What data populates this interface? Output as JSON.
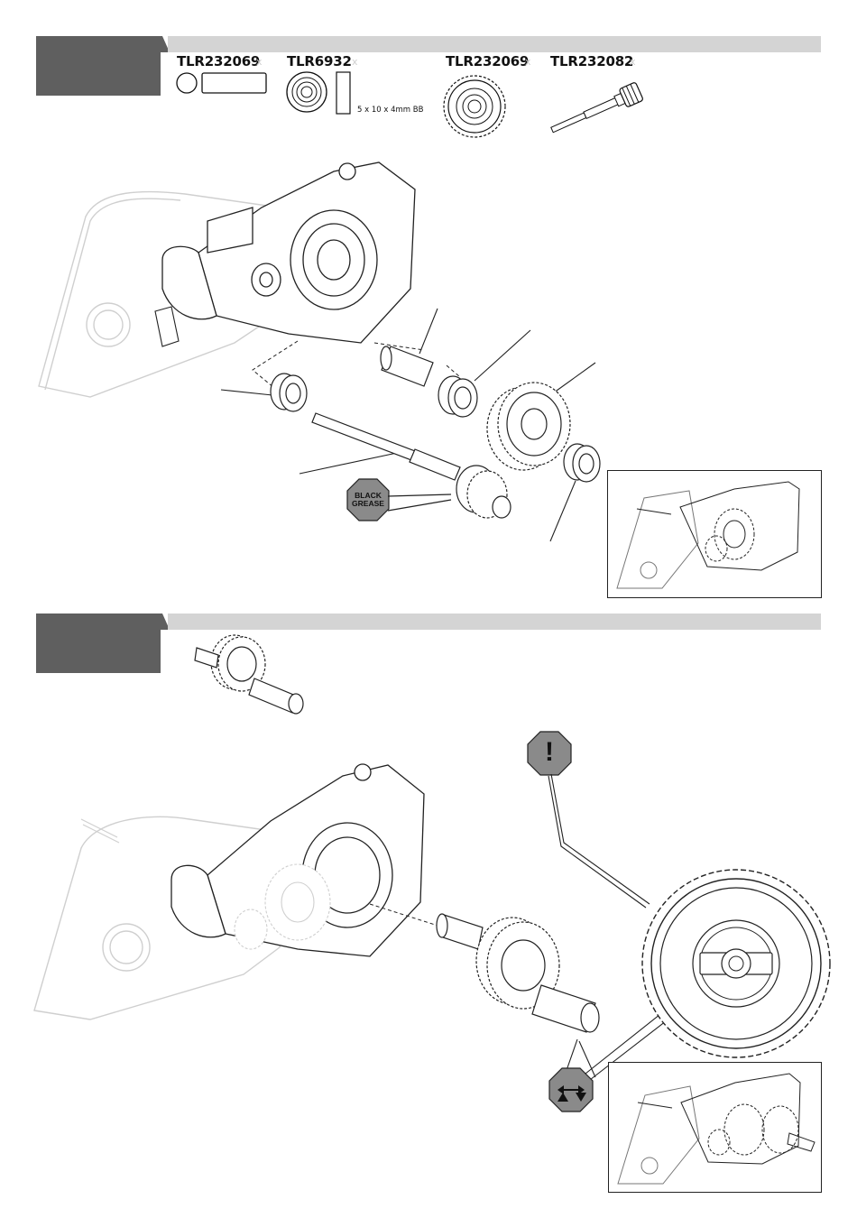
{
  "step1": {
    "parts": [
      {
        "code": "TLR232069",
        "qty": "x"
      },
      {
        "code": "TLR6932",
        "qty": "x",
        "spec": "5 x 10 x 4mm BB"
      },
      {
        "code": "TLR232069",
        "qty": "x"
      },
      {
        "code": "TLR232082",
        "qty": "x"
      }
    ],
    "grease_label_line1": "BLACK",
    "grease_label_line2": "GREASE"
  },
  "step2": {
    "warning_symbol": "!",
    "icons": [
      "warning-octagon-icon",
      "end-play-octagon-icon"
    ]
  },
  "colors": {
    "step_tab": "#5f5f5f",
    "step_bar": "#d4d4d4",
    "octagon_fill": "#8a8a8a"
  }
}
